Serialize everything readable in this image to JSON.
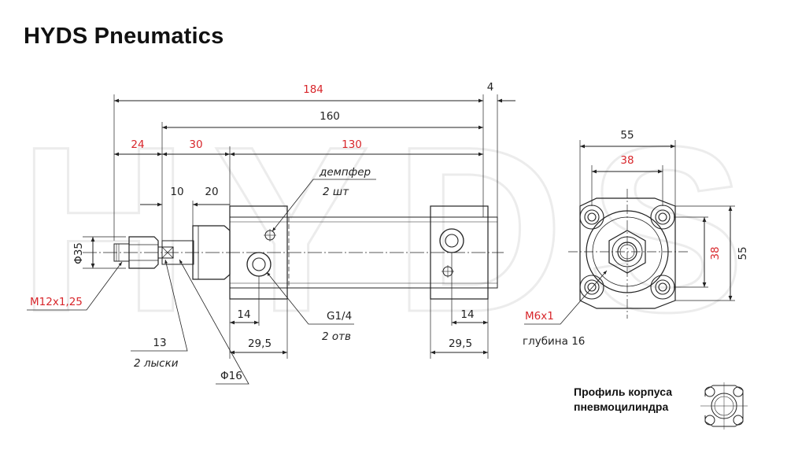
{
  "header": {
    "title": "HYDS Pneumatics"
  },
  "watermark": "HYDS",
  "colors": {
    "dimension_red": "#d8262b",
    "line": "#222222",
    "watermark": "#f1f1f1"
  },
  "dimensions": {
    "overall_length": "184",
    "rear_gap": "4",
    "body_length": "160",
    "rod_extension": "24",
    "front_cap": "30",
    "barrel": "130",
    "d10": "10",
    "d20": "20",
    "rod_diameter": "Φ35",
    "thread": "M12x1,25",
    "wrench_flats": "13",
    "wrench_flats_note": "2 лыски",
    "rod_collar": "Φ16",
    "damper_label": "демпфер",
    "damper_count": "2 шт",
    "port_thread": "G1/4",
    "port_count": "2 отв",
    "port_offset_front": "14",
    "cap_width_front": "29,5",
    "port_offset_rear": "14",
    "cap_width_rear": "29,5",
    "flange_outer": "55",
    "flange_holes": "38",
    "flange_holes_vertical": "38",
    "flange_outer_vertical": "55",
    "mount_thread": "M6x1",
    "mount_depth": "глубина 16"
  },
  "caption": {
    "line1": "Профиль корпуса",
    "line2": "пневмоцилиндра"
  }
}
